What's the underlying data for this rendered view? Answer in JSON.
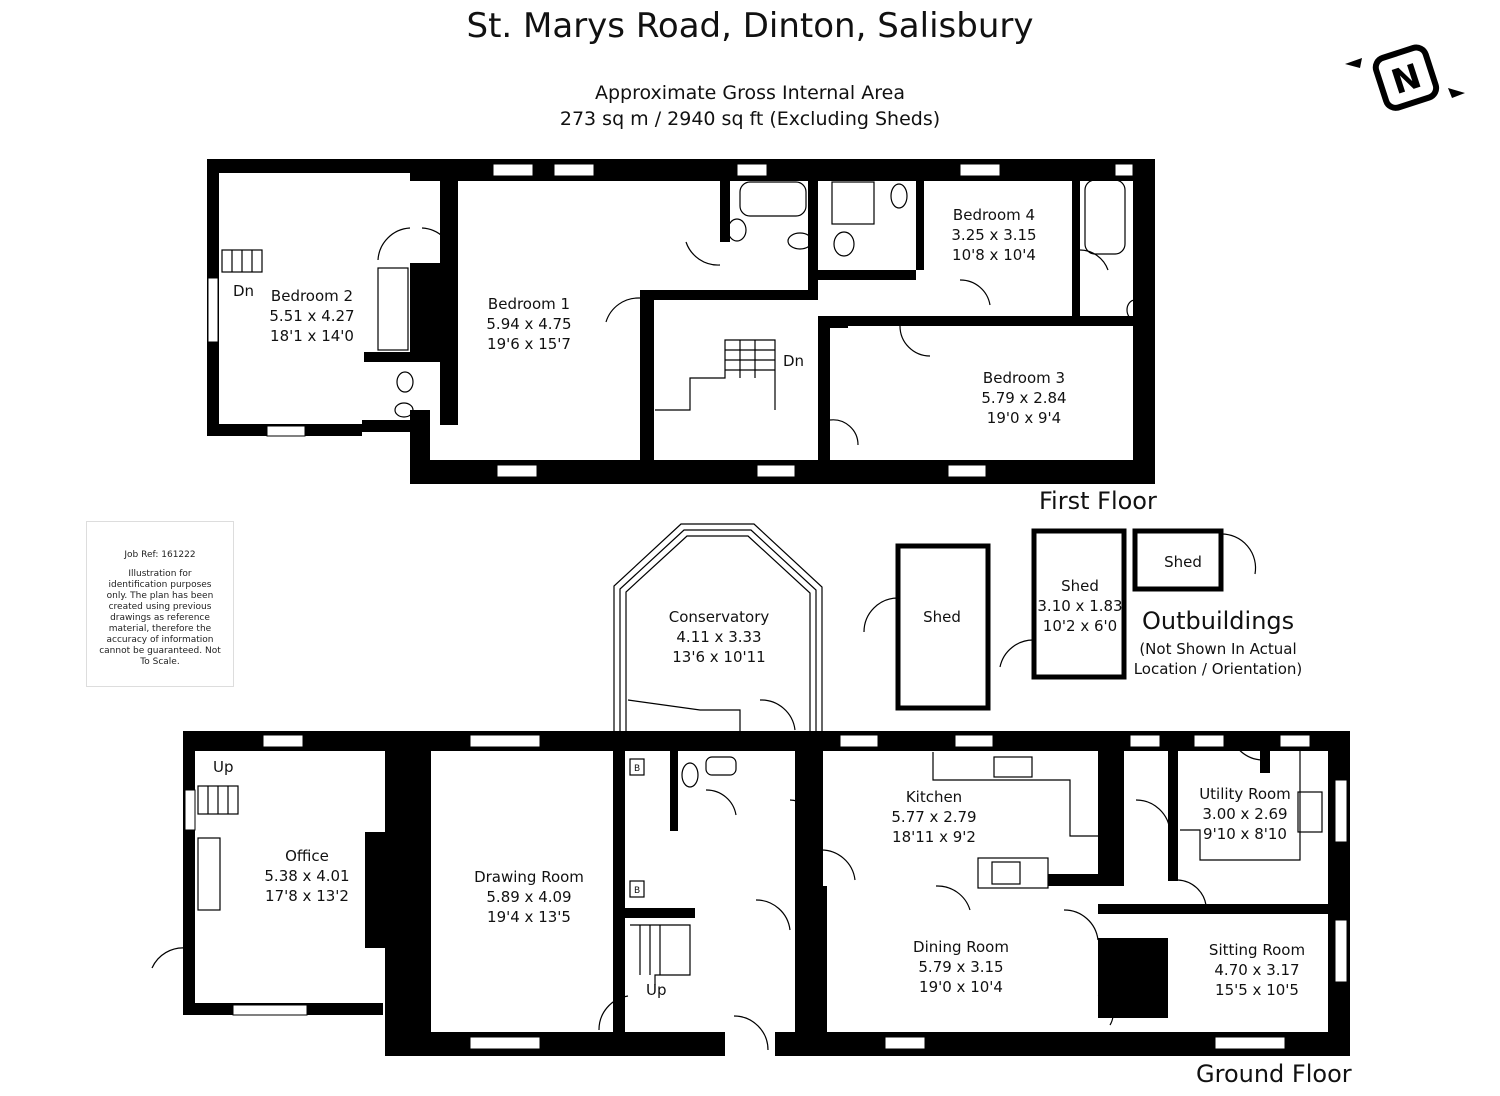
{
  "header": {
    "title": "St. Marys Road, Dinton, Salisbury",
    "area_line1": "Approximate Gross Internal Area",
    "area_line2": "273 sq m / 2940 sq ft (Excluding Sheds)"
  },
  "compass": {
    "letter": "N"
  },
  "floors": {
    "first": "First Floor",
    "ground": "Ground Floor"
  },
  "first_floor_rooms": [
    {
      "name": "Bedroom 2",
      "metric": "5.51 x 4.27",
      "imperial": "18'1 x 14'0"
    },
    {
      "name": "Bedroom 1",
      "metric": "5.94 x 4.75",
      "imperial": "19'6 x 15'7"
    },
    {
      "name": "Bedroom 4",
      "metric": "3.25 x 3.15",
      "imperial": "10'8 x 10'4"
    },
    {
      "name": "Bedroom 3",
      "metric": "5.79 x 2.84",
      "imperial": "19'0 x 9'4"
    }
  ],
  "ground_floor_rooms": [
    {
      "name": "Office",
      "metric": "5.38 x 4.01",
      "imperial": "17'8 x 13'2"
    },
    {
      "name": "Drawing Room",
      "metric": "5.89 x 4.09",
      "imperial": "19'4 x 13'5"
    },
    {
      "name": "Conservatory",
      "metric": "4.11 x 3.33",
      "imperial": "13'6 x 10'11"
    },
    {
      "name": "Kitchen",
      "metric": "5.77 x 2.79",
      "imperial": "18'11 x 9'2"
    },
    {
      "name": "Utility Room",
      "metric": "3.00 x 2.69",
      "imperial": "9'10 x 8'10"
    },
    {
      "name": "Dining Room",
      "metric": "5.79 x 3.15",
      "imperial": "19'0 x 10'4"
    },
    {
      "name": "Sitting Room",
      "metric": "4.70 x 3.17",
      "imperial": "15'5 x 10'5"
    }
  ],
  "stair_labels": {
    "dn": "Dn",
    "up": "Up"
  },
  "boiler_label": "B",
  "outbuildings": {
    "title": "Outbuildings",
    "note": "(Not Shown In Actual Location / Orientation)",
    "sheds": [
      {
        "name": "Shed",
        "metric": "",
        "imperial": ""
      },
      {
        "name": "Shed",
        "metric": "3.10 x 1.83",
        "imperial": "10'2 x 6'0"
      },
      {
        "name": "Shed",
        "metric": "",
        "imperial": ""
      }
    ]
  },
  "disclaimer": {
    "job_ref": "Job Ref: 161222",
    "text": "Illustration for identification purposes only. The plan has been created using previous drawings as reference material, therefore the accuracy of information cannot be guaranteed. Not To Scale."
  }
}
